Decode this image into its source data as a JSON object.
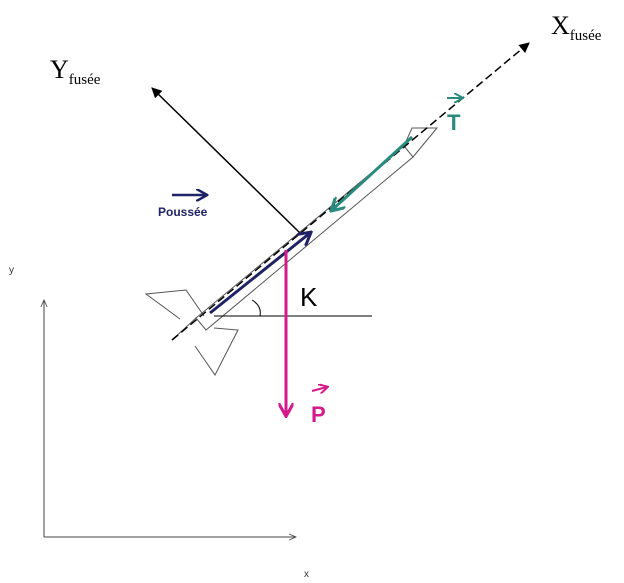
{
  "axes": {
    "rocket_x_label": "X",
    "rocket_x_subscript": "fusée",
    "rocket_y_label": "Y",
    "rocket_y_subscript": "fusée",
    "ground_x_label": "x",
    "ground_y_label": "y"
  },
  "forces": {
    "thrust_label": "Poussée",
    "drag_label": "T",
    "weight_label": "P",
    "angle_label": "K"
  },
  "colors": {
    "thrust": "#1f2366",
    "drag": "#2a8a7e",
    "weight": "#d4198a",
    "lines": "#000000",
    "rocket_outline": "#555555"
  }
}
